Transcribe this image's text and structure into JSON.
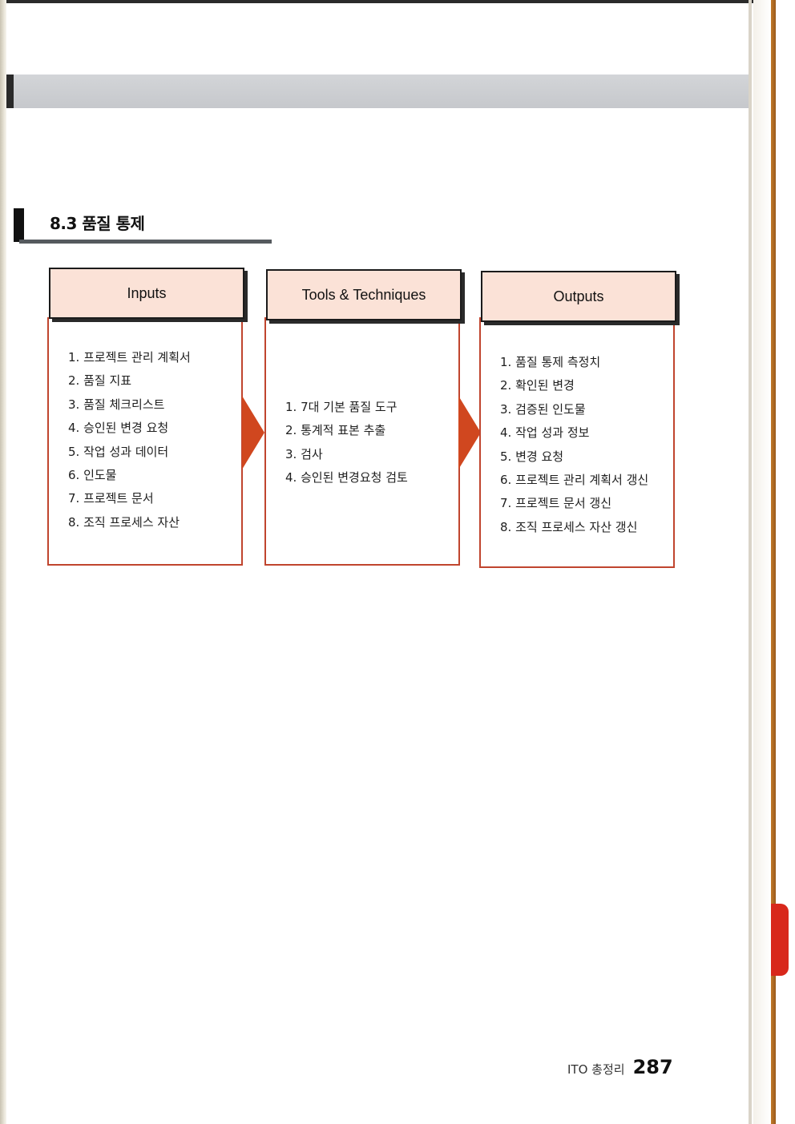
{
  "section": {
    "title": "8.3 품질 통제"
  },
  "inputs": {
    "header": "Inputs",
    "items": [
      "1. 프로젝트 관리 계획서",
      "2. 품질 지표",
      "3. 품질 체크리스트",
      "4. 승인된 변경 요청",
      "5. 작업 성과 데이터",
      "6. 인도물",
      "7. 프로젝트 문서",
      "8. 조직 프로세스 자산"
    ]
  },
  "tools": {
    "header": "Tools & Techniques",
    "items": [
      "1. 7대 기본 품질 도구",
      "2. 통계적 표본 추출",
      "3. 검사",
      "4. 승인된 변경요청 검토"
    ]
  },
  "outputs": {
    "header": "Outputs",
    "items": [
      "1. 품질 통제 측정치",
      "2. 확인된 변경",
      "3. 검증된 인도물",
      "4. 작업 성과 정보",
      "5. 변경 요청",
      "6. 프로젝트 관리 계획서 갱신",
      "7. 프로젝트 문서 갱신",
      "8. 조직 프로세스 자산 갱신"
    ]
  },
  "footer": {
    "label": "ITO 총정리",
    "page_number": "287"
  },
  "colors": {
    "box_border": "#c0452e",
    "header_fill": "#fbe2d7",
    "arrow": "#d0471f",
    "band": "#c6c8cc"
  }
}
